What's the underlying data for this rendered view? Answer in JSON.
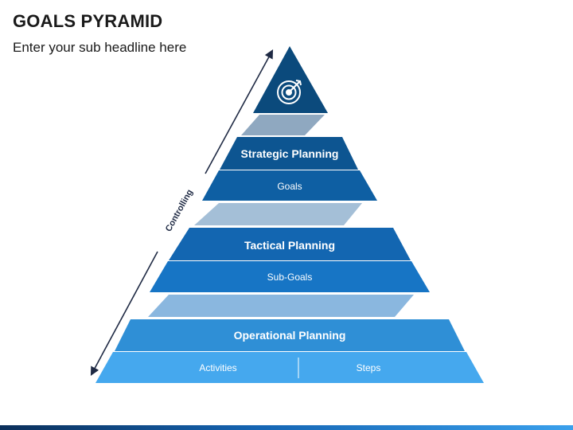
{
  "header": {
    "title": "GOALS PYRAMID",
    "subtitle": "Enter your sub headline here"
  },
  "side_label": "Controlling",
  "tiers": {
    "top": {
      "icon": "target-icon"
    },
    "strategic": {
      "title": "Strategic Planning",
      "sub": "Goals"
    },
    "tactical": {
      "title": "Tactical Planning",
      "sub": "Sub-Goals"
    },
    "operational": {
      "title": "Operational Planning",
      "sub_left": "Activities",
      "sub_right": "Steps"
    }
  },
  "colors": {
    "navy": "#0b4a7c",
    "strategic_top": "#0d5591",
    "strategic_bottom": "#0e5fa3",
    "tactical_top": "#1366b1",
    "tactical_bottom": "#1775c5",
    "operational_top": "#2f8fd6",
    "operational_bottom": "#45a8ee",
    "connector_1": "#8fa8c0",
    "connector_2": "#a4bfd7",
    "connector_3": "#8ab7df",
    "arrow": "#1f2a44"
  }
}
